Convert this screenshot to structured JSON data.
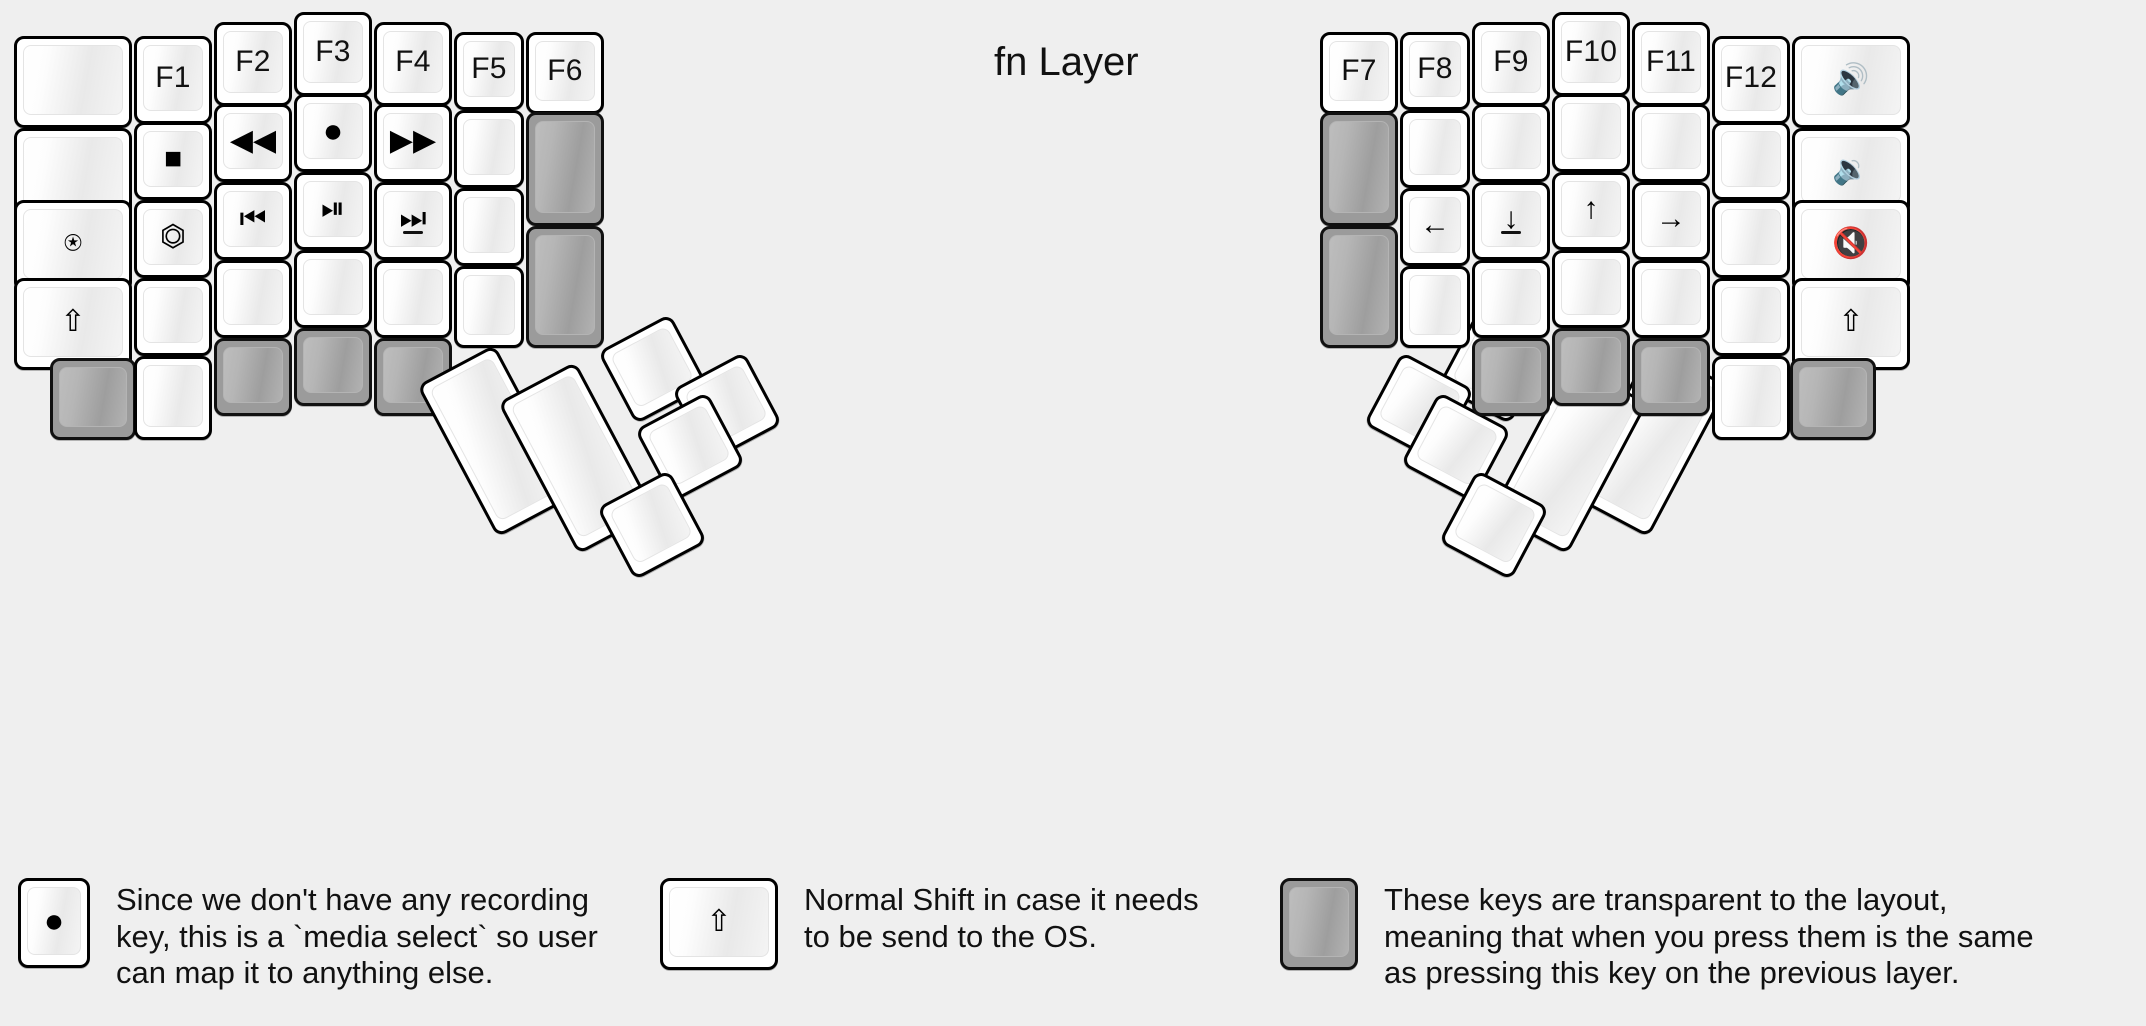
{
  "title": "fn Layer",
  "colors": {
    "background": "#efefef",
    "key_face_light": "#ffffff",
    "key_face_shade": "#e9e9e9",
    "key_border": "#000000",
    "transparent_key": "#9b9b9b"
  },
  "glyphs": {
    "record": "●",
    "stop": "■",
    "eject": "⏏",
    "rewind": "◀◀",
    "fast_forward": "▶▶",
    "prev_track": "⏮",
    "play_pause": "▶▐▐",
    "next_track": "⏭",
    "caps_lock": "⇧",
    "shift": "⇧",
    "arrow_left": "←",
    "arrow_down": "↓",
    "arrow_up": "↑",
    "arrow_right": "→",
    "volume_up": "🔊",
    "volume_down": "🔉",
    "volume_mute": "🔇"
  },
  "left_half": {
    "columns": [
      {
        "name": "col-outer",
        "keys": [
          {
            "label": "",
            "icon": "",
            "type": "blank"
          },
          {
            "label": "",
            "icon": "",
            "type": "blank"
          },
          {
            "label": "",
            "icon": "caps-lock-icon",
            "type": "blank"
          },
          {
            "label": "",
            "icon": "shift-icon",
            "type": "blank"
          },
          {
            "label": "",
            "icon": "",
            "type": "transparent"
          }
        ]
      },
      {
        "name": "col-f1",
        "keys": [
          {
            "label": "F1",
            "icon": "",
            "type": "normal"
          },
          {
            "label": "",
            "icon": "stop-icon",
            "type": "normal"
          },
          {
            "label": "",
            "icon": "eject-icon",
            "type": "normal"
          },
          {
            "label": "",
            "icon": "",
            "type": "blank"
          },
          {
            "label": "",
            "icon": "",
            "type": "blank"
          }
        ]
      },
      {
        "name": "col-f2",
        "keys": [
          {
            "label": "F2",
            "icon": "",
            "type": "normal"
          },
          {
            "label": "",
            "icon": "rewind-icon",
            "type": "normal"
          },
          {
            "label": "",
            "icon": "prev-track-icon",
            "type": "normal"
          },
          {
            "label": "",
            "icon": "",
            "type": "blank"
          },
          {
            "label": "",
            "icon": "",
            "type": "transparent"
          }
        ]
      },
      {
        "name": "col-f3",
        "keys": [
          {
            "label": "F3",
            "icon": "",
            "type": "normal"
          },
          {
            "label": "",
            "icon": "record-icon",
            "type": "normal"
          },
          {
            "label": "",
            "icon": "play-pause-icon",
            "type": "normal"
          },
          {
            "label": "",
            "icon": "",
            "type": "blank"
          },
          {
            "label": "",
            "icon": "",
            "type": "transparent"
          }
        ]
      },
      {
        "name": "col-f4",
        "keys": [
          {
            "label": "F4",
            "icon": "",
            "type": "normal"
          },
          {
            "label": "",
            "icon": "fast-forward-icon",
            "type": "normal"
          },
          {
            "label": "",
            "icon": "next-track-icon",
            "type": "normal",
            "underbar": true
          },
          {
            "label": "",
            "icon": "",
            "type": "blank"
          },
          {
            "label": "",
            "icon": "",
            "type": "transparent"
          }
        ]
      },
      {
        "name": "col-f5",
        "keys": [
          {
            "label": "F5",
            "icon": "",
            "type": "normal"
          },
          {
            "label": "",
            "icon": "",
            "type": "blank"
          },
          {
            "label": "",
            "icon": "",
            "type": "blank"
          },
          {
            "label": "",
            "icon": "",
            "type": "blank"
          }
        ]
      },
      {
        "name": "col-f6",
        "keys": [
          {
            "label": "F6",
            "icon": "",
            "type": "normal"
          },
          {
            "label": "",
            "icon": "",
            "type": "transparent"
          },
          {
            "label": "",
            "icon": "",
            "type": "transparent"
          }
        ]
      }
    ]
  },
  "right_half": {
    "columns": [
      {
        "name": "col-f7",
        "keys": [
          {
            "label": "F7",
            "icon": "",
            "type": "normal"
          },
          {
            "label": "",
            "icon": "",
            "type": "transparent"
          },
          {
            "label": "",
            "icon": "",
            "type": "transparent"
          }
        ]
      },
      {
        "name": "col-f8",
        "keys": [
          {
            "label": "F8",
            "icon": "",
            "type": "normal"
          },
          {
            "label": "",
            "icon": "",
            "type": "blank"
          },
          {
            "label": "",
            "icon": "arrow-left-icon",
            "type": "normal"
          },
          {
            "label": "",
            "icon": "",
            "type": "blank"
          }
        ]
      },
      {
        "name": "col-f9",
        "keys": [
          {
            "label": "F9",
            "icon": "",
            "type": "normal"
          },
          {
            "label": "",
            "icon": "",
            "type": "blank"
          },
          {
            "label": "",
            "icon": "arrow-down-icon",
            "type": "normal",
            "underbar": true
          },
          {
            "label": "",
            "icon": "",
            "type": "blank"
          },
          {
            "label": "",
            "icon": "",
            "type": "transparent"
          }
        ]
      },
      {
        "name": "col-f10",
        "keys": [
          {
            "label": "F10",
            "icon": "",
            "type": "normal"
          },
          {
            "label": "",
            "icon": "",
            "type": "blank"
          },
          {
            "label": "",
            "icon": "arrow-up-icon",
            "type": "normal"
          },
          {
            "label": "",
            "icon": "",
            "type": "blank"
          },
          {
            "label": "",
            "icon": "",
            "type": "transparent"
          }
        ]
      },
      {
        "name": "col-f11",
        "keys": [
          {
            "label": "F11",
            "icon": "",
            "type": "normal"
          },
          {
            "label": "",
            "icon": "",
            "type": "blank"
          },
          {
            "label": "",
            "icon": "arrow-right-icon",
            "type": "normal"
          },
          {
            "label": "",
            "icon": "",
            "type": "blank"
          },
          {
            "label": "",
            "icon": "",
            "type": "transparent"
          }
        ]
      },
      {
        "name": "col-f12",
        "keys": [
          {
            "label": "F12",
            "icon": "",
            "type": "normal"
          },
          {
            "label": "",
            "icon": "",
            "type": "blank"
          },
          {
            "label": "",
            "icon": "",
            "type": "blank"
          },
          {
            "label": "",
            "icon": "",
            "type": "blank"
          },
          {
            "label": "",
            "icon": "",
            "type": "blank"
          }
        ]
      },
      {
        "name": "col-outer-right",
        "keys": [
          {
            "label": "",
            "icon": "volume-up-icon",
            "type": "normal"
          },
          {
            "label": "",
            "icon": "volume-down-icon",
            "type": "normal"
          },
          {
            "label": "",
            "icon": "volume-mute-icon",
            "type": "normal"
          },
          {
            "label": "",
            "icon": "shift-icon",
            "type": "normal"
          },
          {
            "label": "",
            "icon": "",
            "type": "transparent"
          }
        ]
      }
    ]
  },
  "thumb_clusters": {
    "left": {
      "key_count": 6,
      "labels": [
        "",
        "",
        "",
        "",
        "",
        ""
      ]
    },
    "right": {
      "key_count": 6,
      "labels": [
        "",
        "",
        "",
        "",
        "",
        ""
      ]
    }
  },
  "legend": [
    {
      "key_icon": "record-icon",
      "key_type": "normal",
      "text": "Since we don't have any recording\nkey, this is a `media select` so user\ncan map it to anything else."
    },
    {
      "key_icon": "shift-icon",
      "key_type": "normal",
      "text": "Normal Shift in case it needs\nto be send to the OS."
    },
    {
      "key_icon": "",
      "key_type": "transparent",
      "text": "These keys are transparent to the layout,\nmeaning that when you press them is the same\nas pressing this key on the previous layer."
    }
  ]
}
